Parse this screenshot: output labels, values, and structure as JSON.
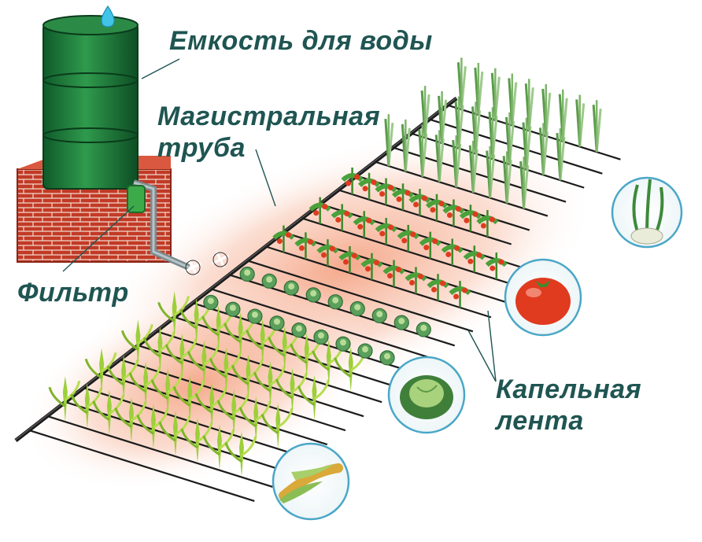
{
  "labels": {
    "tank": "Емкость для воды",
    "main_pipe": [
      "Магистральная",
      "труба"
    ],
    "filter": "Фильтр",
    "drip_tape": [
      "Капельная",
      "лента"
    ]
  },
  "colors": {
    "label_text": "#1f5552",
    "tank_green": "#1f7a3c",
    "brick": "#c0392b",
    "pipe": "#222222",
    "soil_glow": "#f6b79a",
    "badge_border": "#4aa7c7"
  },
  "crops": [
    {
      "icon": "onion-icon"
    },
    {
      "icon": "tomato-icon"
    },
    {
      "icon": "cabbage-icon"
    },
    {
      "icon": "corn-icon"
    }
  ]
}
